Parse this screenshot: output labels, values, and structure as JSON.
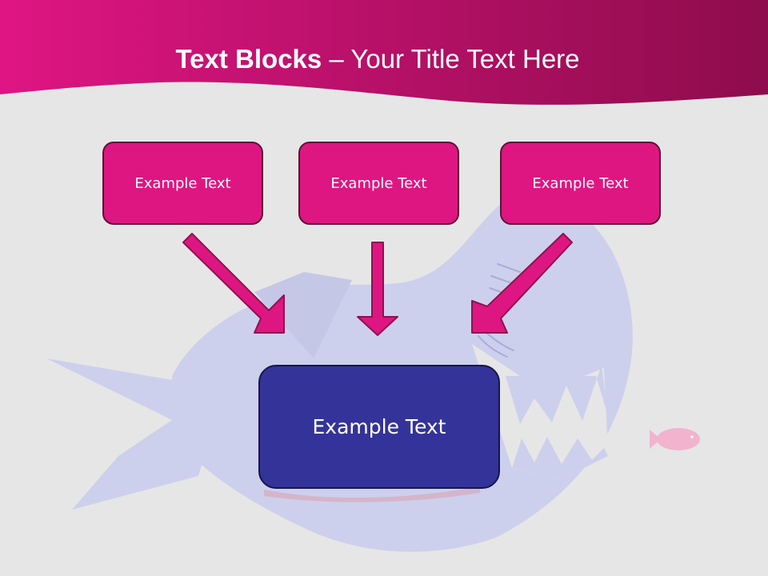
{
  "title": {
    "bold_part": "Text Blocks",
    "separator": " – ",
    "normal_part": "Your Title Text Here"
  },
  "top_boxes": [
    {
      "label": "Example Text"
    },
    {
      "label": "Example Text"
    },
    {
      "label": "Example Text"
    }
  ],
  "center_box": {
    "label": "Example Text"
  },
  "colors": {
    "header": "#c0126e",
    "box_fill": "#de1681",
    "box_border": "#5c1236",
    "center_fill": "#343399",
    "arrow": "#de1681",
    "shark": "#cdd0ec",
    "fish": "#f2b3cf",
    "background": "#e6e6e6"
  },
  "icons": [
    "shark-illustration",
    "small-fish-illustration",
    "down-arrow"
  ]
}
